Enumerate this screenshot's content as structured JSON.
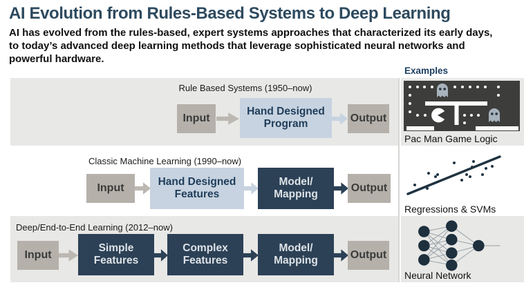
{
  "header": {
    "title": "AI Evolution from Rules-Based Systems to Deep Learning",
    "subtitle": "AI has evolved from the rules-based, expert systems approaches that characterized its early days, to today’s advanced deep learning methods that leverage sophisticated neural networks and powerful hardware."
  },
  "examples": {
    "header": "Examples",
    "items": [
      {
        "caption": "Pac Man Game Logic"
      },
      {
        "caption": "Regressions & SVMs"
      },
      {
        "caption": "Neural Network"
      }
    ]
  },
  "rows": [
    {
      "title": "Rule Based Systems (1950–now)",
      "steps": {
        "input": "Input",
        "program": "Hand Designed\nProgram",
        "output": "Output"
      }
    },
    {
      "title": "Classic Machine Learning (1990–now)",
      "steps": {
        "input": "Input",
        "features": "Hand Designed\nFeatures",
        "model": "Model/\nMapping",
        "output": "Output"
      }
    },
    {
      "title": "Deep/End-to-End Learning (2012–now)",
      "steps": {
        "input": "Input",
        "simple": "Simple\nFeatures",
        "complex": "Complex\nFeatures",
        "model": "Model/\nMapping",
        "output": "Output"
      }
    }
  ],
  "colors": {
    "title-text": "#2d4a5f",
    "body-text": "#111111",
    "band": "#e8e8e6",
    "navy": "#2c4156",
    "navy-text": "#dde2e6",
    "lightblue": "#c7d3e0",
    "lightblue-text": "#1f3d5a",
    "gray-box": "#b5b1aa",
    "gray-box-text": "#3a3a3a",
    "arrow-gray": "#bcb8b1",
    "examples-header": "#1d3f60",
    "pacman-bg": "#3d3d3b",
    "ghost": "#a7b2bc",
    "scatter": "#1f3342",
    "node": "#1e2f3d",
    "edge": "#97a1a8"
  }
}
